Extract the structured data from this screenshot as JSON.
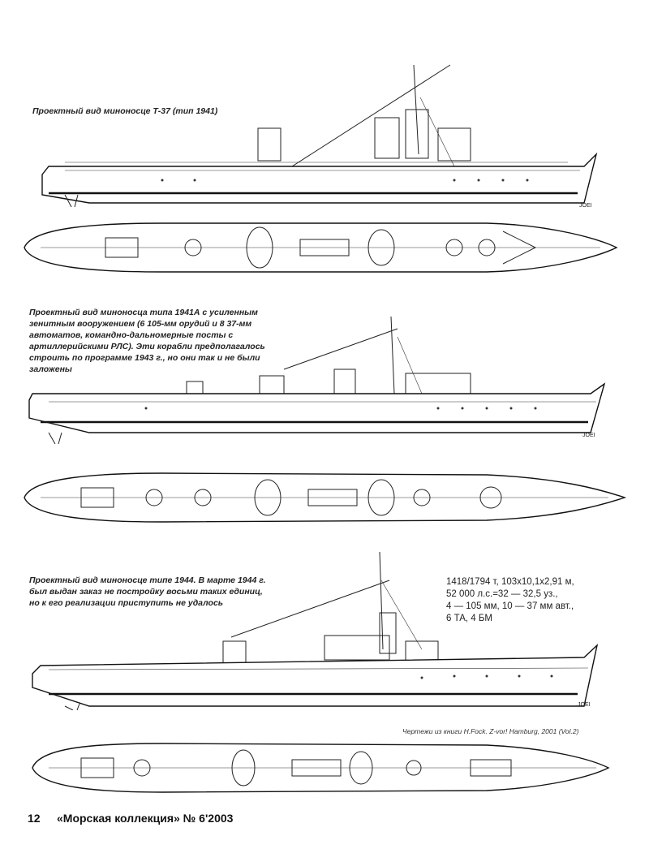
{
  "captions": {
    "t37": "Проектный вид миноносце Т-37 (тип 1941)",
    "t1941a": "Проектный вид миноносца типа 1941А с усиленным зенитным вооружением (6 105-мм орудий и 8 37-мм автоматов, командно-дальномерные посты с артиллерийскими РЛС). Эти корабли предполагалось строить по программе 1943 г., но они так и не были заложены",
    "t1944": "Проектный вид миноносце типе 1944. В марте 1944 г. был выдан заказ не постройку восьми таких единиц, но к его реализации приступить не удалось"
  },
  "specs": [
    "1418/1794 т, 103х10,1х2,91 м,",
    "52 000 л.с.=32 — 32,5 уз.,",
    "4 — 105 мм, 10 — 37 мм авт.,",
    "6 ТА, 4 БМ"
  ],
  "credit": "Чертежи из книги H.Fock. Z-vor! Hamburg, 2001 (Vol.2)",
  "drawing_mark": "JOEI",
  "footer": {
    "page_number": "12",
    "journal": "«Морская коллекция» № 6'2003"
  }
}
